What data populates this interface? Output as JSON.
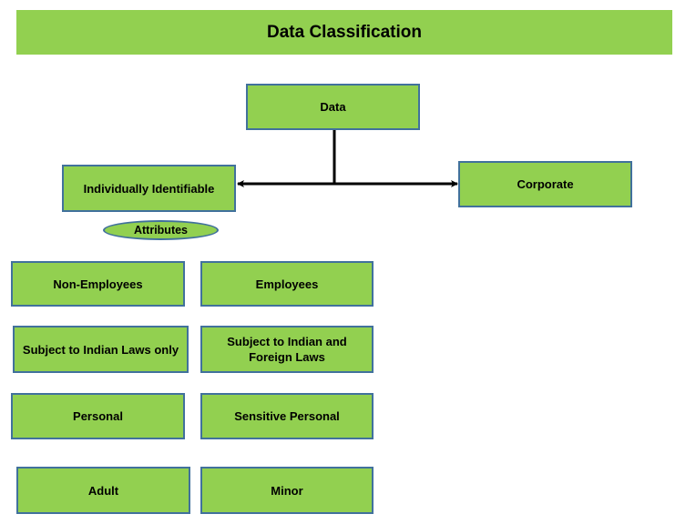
{
  "title": "Data Classification",
  "root": "Data",
  "branches": {
    "left": "Individually Identifiable",
    "right": "Corporate"
  },
  "attributes_label": "Attributes",
  "attribute_rows": [
    [
      "Non-Employees",
      "Employees"
    ],
    [
      "Subject to Indian Laws only",
      "Subject to Indian and Foreign Laws"
    ],
    [
      "Personal",
      "Sensitive Personal"
    ],
    [
      "Adult",
      "Minor"
    ]
  ],
  "colors": {
    "fill": "#92d050",
    "border": "#41719c",
    "connector": "#000000"
  }
}
